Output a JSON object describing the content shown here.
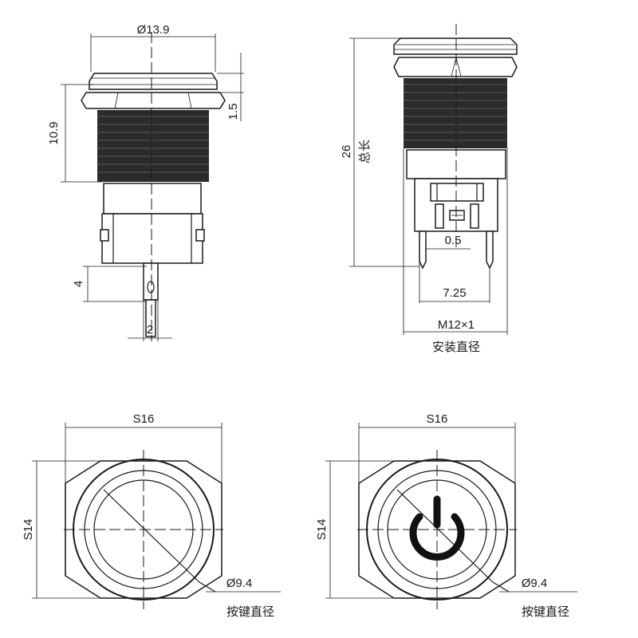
{
  "front_view": {
    "dia_label": "Ø13.9",
    "height_label": "10.9",
    "nut_label": "1.5",
    "pin_label": "4",
    "pin_width_label": "2"
  },
  "side_view": {
    "total_label": "26",
    "total_text": "总长",
    "pin_gap_label": "0.5",
    "pin_pitch_label": "7.25",
    "thread_label": "M12×1",
    "mount_text": "安装直径"
  },
  "top_view_plain": {
    "width_label": "S16",
    "height_label": "S14",
    "button_label": "Ø9.4",
    "button_text": "按键直径"
  },
  "top_view_power": {
    "width_label": "S16",
    "height_label": "S14",
    "button_label": "Ø9.4",
    "button_text": "按键直径",
    "symbol_icon": "power-icon"
  }
}
